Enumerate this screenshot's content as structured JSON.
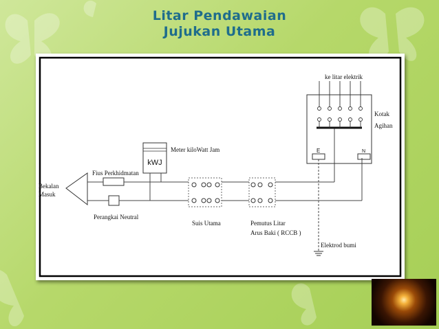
{
  "slide": {
    "title_line1": "Litar Pendawaian",
    "title_line2": "Jujukan Utama"
  },
  "colors": {
    "title": "#1f6d8c",
    "background": "#b6d86a"
  },
  "diagram": {
    "labels": {
      "bekalan_line1": "Bekalan",
      "bekalan_line2": "Masuk",
      "fius": "Fius Perkhidmatan",
      "perangkai": "Perangkai Neutral",
      "meter": "Meter kiloWatt Jam",
      "kwj": "kWJ",
      "suis": "Suis Utama",
      "pemutus_line1": "Pemutus Litar",
      "pemutus_line2": "Arus Baki ( RCCB )",
      "kotak_line1": "Kotak",
      "kotak_line2": "Agihan",
      "ke_litar": "ke litar elektrik",
      "elektrod": "Elektrod bumi",
      "earth_terminal": "E",
      "neutral_terminal": "N"
    }
  },
  "decor": {
    "icon": "light-bulb-photo-icon"
  }
}
